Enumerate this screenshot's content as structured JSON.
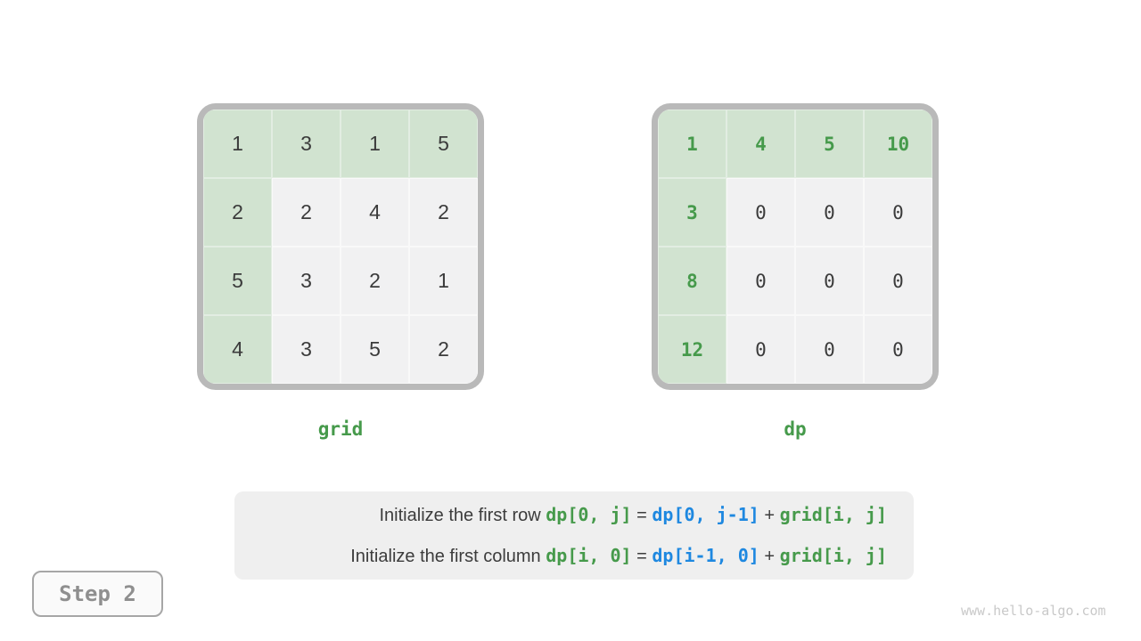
{
  "page": {
    "background": "#ffffff",
    "watermark": "www.hello-algo.com"
  },
  "colors": {
    "green-text": "#469a4b",
    "blue-text": "#1e88e0",
    "cell-green": "#d1e3d0",
    "cell-gray": "#f1f1f2",
    "frame-gray": "#b9b9b9",
    "caption-bg": "#efefef",
    "number-dark": "#3b3b3b",
    "step-gray": "#8f8f8f",
    "watermark-gray": "#c9c9c9"
  },
  "grid_table": {
    "name": "grid",
    "label": "grid",
    "cells": [
      [
        "1",
        "3",
        "1",
        "5"
      ],
      [
        "2",
        "2",
        "4",
        "2"
      ],
      [
        "5",
        "3",
        "2",
        "1"
      ],
      [
        "4",
        "3",
        "5",
        "2"
      ]
    ]
  },
  "dp_table": {
    "name": "dp",
    "label": "dp",
    "cells": [
      [
        "1",
        "4",
        "5",
        "10"
      ],
      [
        "3",
        "0",
        "0",
        "0"
      ],
      [
        "8",
        "0",
        "0",
        "0"
      ],
      [
        "12",
        "0",
        "0",
        "0"
      ]
    ]
  },
  "caption": {
    "lines": [
      [
        {
          "text": "Initialize the first row ",
          "style": "plain"
        },
        {
          "text": "dp[0, j]",
          "style": "green"
        },
        {
          "text": " = ",
          "style": "plain"
        },
        {
          "text": "dp[0, j-1]",
          "style": "blue"
        },
        {
          "text": " + ",
          "style": "plain"
        },
        {
          "text": "grid[i, j]",
          "style": "green"
        }
      ],
      [
        {
          "text": "Initialize the first column ",
          "style": "plain"
        },
        {
          "text": "dp[i, 0]",
          "style": "green"
        },
        {
          "text": " = ",
          "style": "plain"
        },
        {
          "text": "dp[i-1, 0]",
          "style": "blue"
        },
        {
          "text": " + ",
          "style": "plain"
        },
        {
          "text": "grid[i, j]",
          "style": "green"
        }
      ]
    ]
  },
  "step_badge": {
    "label": "Step 2"
  }
}
